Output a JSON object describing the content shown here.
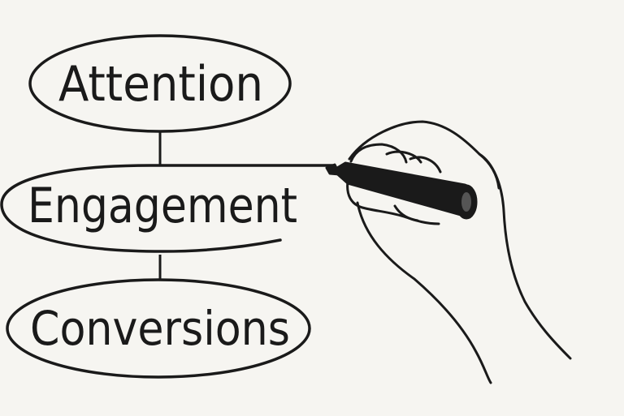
{
  "diagram": {
    "nodes": [
      {
        "label": "Attention"
      },
      {
        "label": "Engagement"
      },
      {
        "label": "Conversions"
      }
    ],
    "colors": {
      "ink": "#1a1a1a",
      "background": "#f6f5f1"
    },
    "illustration": "hand-drawing-with-marker"
  }
}
